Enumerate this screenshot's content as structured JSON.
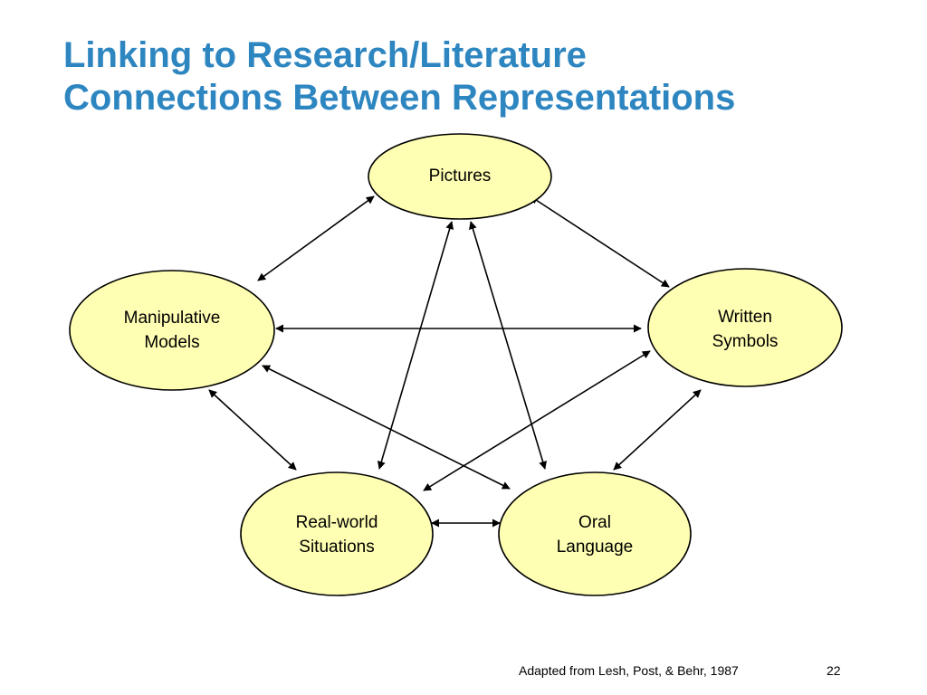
{
  "slide": {
    "title_line1": "Linking to Research/Literature",
    "title_line2": "Connections Between Representations",
    "citation": "Adapted from Lesh, Post, & Behr, 1987",
    "page_number": "22"
  },
  "diagram": {
    "nodes": [
      {
        "id": "pictures",
        "lines": [
          "Pictures"
        ]
      },
      {
        "id": "manipulative",
        "lines": [
          "Manipulative",
          "Models"
        ]
      },
      {
        "id": "written",
        "lines": [
          "Written",
          "Symbols"
        ]
      },
      {
        "id": "realworld",
        "lines": [
          "Real-world",
          "Situations"
        ]
      },
      {
        "id": "oral",
        "lines": [
          "Oral",
          "Language"
        ]
      }
    ],
    "edges": [
      {
        "from": "pictures",
        "to": "manipulative",
        "arrows": "both"
      },
      {
        "from": "pictures",
        "to": "written",
        "arrows": "both"
      },
      {
        "from": "pictures",
        "to": "realworld",
        "arrows": "both"
      },
      {
        "from": "pictures",
        "to": "oral",
        "arrows": "both"
      },
      {
        "from": "manipulative",
        "to": "written",
        "arrows": "both"
      },
      {
        "from": "manipulative",
        "to": "realworld",
        "arrows": "both"
      },
      {
        "from": "manipulative",
        "to": "oral",
        "arrows": "both"
      },
      {
        "from": "written",
        "to": "realworld",
        "arrows": "both"
      },
      {
        "from": "written",
        "to": "oral",
        "arrows": "both"
      },
      {
        "from": "realworld",
        "to": "oral",
        "arrows": "both"
      }
    ]
  }
}
